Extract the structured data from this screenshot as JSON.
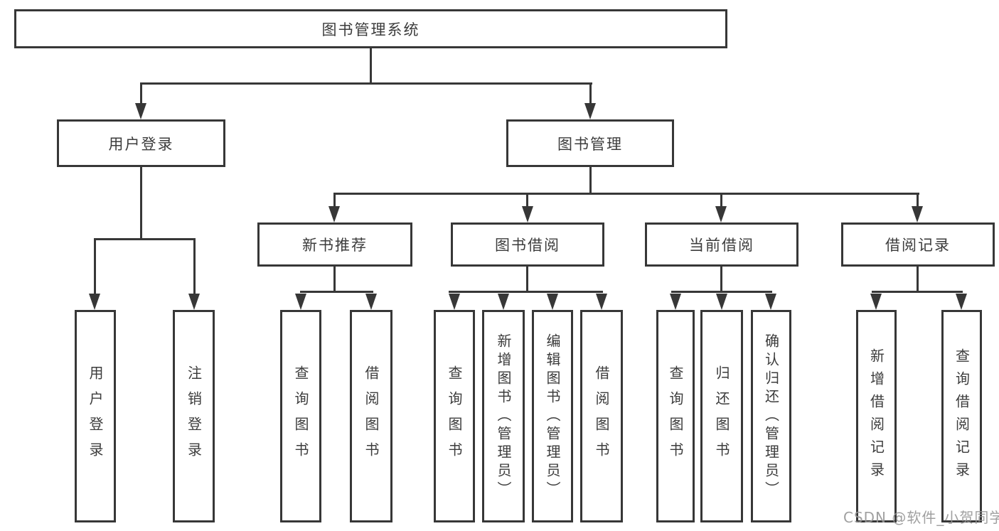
{
  "diagram": {
    "title": "图书管理系统",
    "branches": {
      "user_login": {
        "label": "用户登录",
        "children": [
          "用户登录",
          "注销登录"
        ]
      },
      "book_mgmt": {
        "label": "图书管理",
        "sections": {
          "new_books": {
            "label": "新书推荐",
            "children": [
              "查询图书",
              "借阅图书"
            ]
          },
          "book_borrow": {
            "label": "图书借阅",
            "children": [
              "查询图书",
              "新增图书（管理员）",
              "编辑图书（管理员）",
              "借阅图书"
            ]
          },
          "current_borrow": {
            "label": "当前借阅",
            "children": [
              "查询图书",
              "归还图书",
              "确认归还（管理员）"
            ]
          },
          "borrow_records": {
            "label": "借阅记录",
            "children": [
              "新增借阅记录",
              "查询借阅记录"
            ]
          }
        }
      }
    },
    "watermark": "CSDN @软件_小贺同学",
    "colors": {
      "line": "#373737",
      "text": "#3c3c3c",
      "background": "#ffffff",
      "watermark": "#969696"
    }
  }
}
